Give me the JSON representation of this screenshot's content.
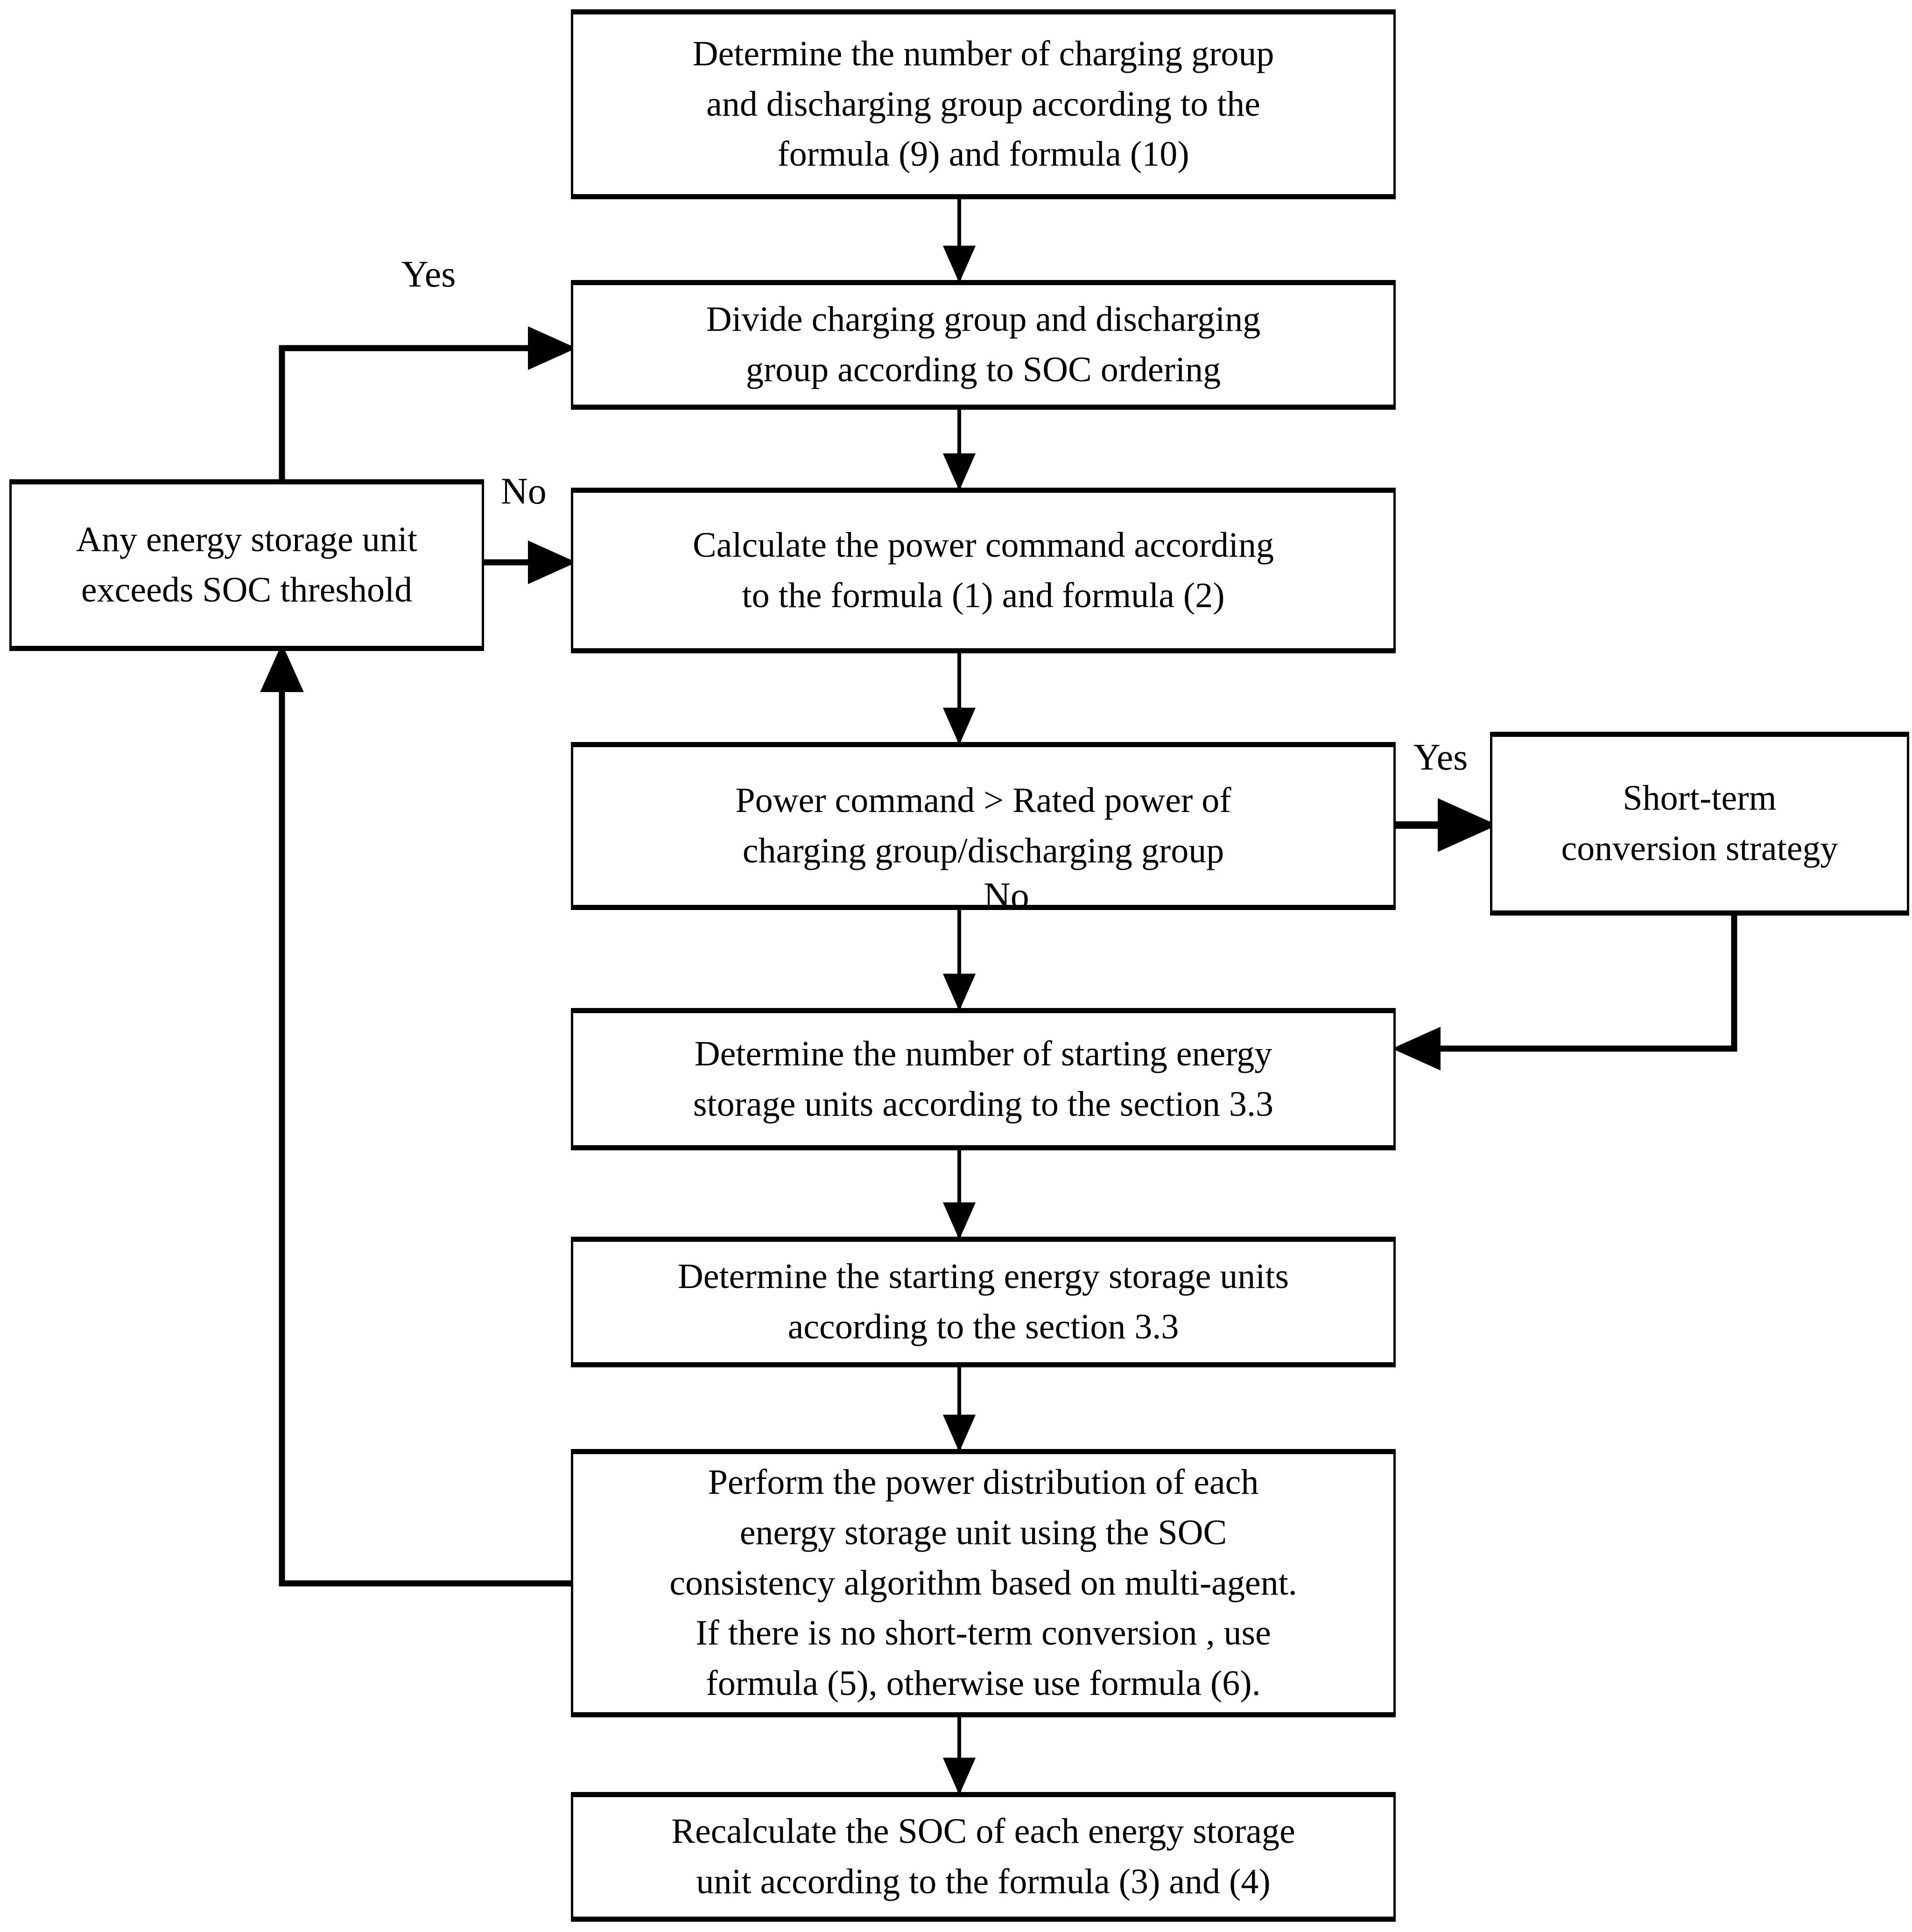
{
  "diagram": {
    "title": "Energy storage SOC grouping and power distribution control flowchart",
    "background_color": "#ffffff",
    "line_color": "#000000",
    "text_color": "#000000"
  },
  "nodes": {
    "determine_group_count": {
      "label": "Determine the number of charging group\nand discharging group according to the\nformula (9) and formula (10)",
      "shape": "rectangle"
    },
    "divide_groups": {
      "label": "Divide charging group and discharging\ngroup according to SOC ordering",
      "shape": "rectangle"
    },
    "soc_threshold_decision": {
      "label": "Any energy storage unit\nexceeds SOC threshold",
      "shape": "rectangle"
    },
    "calculate_power_command": {
      "label": "Calculate the power command  according\nto the formula (1) and formula (2)",
      "shape": "rectangle"
    },
    "power_command_decision": {
      "label": "Power command > Rated power of\ncharging group/discharging group",
      "shape": "rectangle"
    },
    "short_term_conversion": {
      "label": "Short-term\nconversion strategy",
      "shape": "rectangle"
    },
    "determine_unit_count": {
      "label": "Determine the number of  starting energy\nstorage units according to the section 3.3",
      "shape": "rectangle"
    },
    "determine_starting_units": {
      "label": "Determine the starting energy storage units\naccording to the section 3.3",
      "shape": "rectangle"
    },
    "perform_power_distribution": {
      "label": "Perform the power distribution of each\nenergy storage unit using the SOC\nconsistency algorithm based on multi-agent.\nIf there is no short-term conversion , use\nformula (5), otherwise use formula (6).",
      "shape": "rectangle"
    },
    "recalculate_soc": {
      "label": "Recalculate the SOC of each energy storage\nunit according to the formula (3) and (4)",
      "shape": "rectangle"
    }
  },
  "edge_labels": {
    "soc_yes": "Yes",
    "soc_no": "No",
    "power_yes": "Yes",
    "power_no": "No"
  },
  "edges": [
    {
      "from": "determine_group_count",
      "to": "divide_groups",
      "label": ""
    },
    {
      "from": "divide_groups",
      "to": "calculate_power_command",
      "label": ""
    },
    {
      "from": "soc_threshold_decision",
      "to": "divide_groups",
      "label": "Yes"
    },
    {
      "from": "soc_threshold_decision",
      "to": "calculate_power_command",
      "label": "No"
    },
    {
      "from": "calculate_power_command",
      "to": "power_command_decision",
      "label": ""
    },
    {
      "from": "power_command_decision",
      "to": "short_term_conversion",
      "label": "Yes"
    },
    {
      "from": "power_command_decision",
      "to": "determine_unit_count",
      "label": "No"
    },
    {
      "from": "short_term_conversion",
      "to": "determine_unit_count",
      "label": ""
    },
    {
      "from": "determine_unit_count",
      "to": "determine_starting_units",
      "label": ""
    },
    {
      "from": "determine_starting_units",
      "to": "perform_power_distribution",
      "label": ""
    },
    {
      "from": "perform_power_distribution",
      "to": "recalculate_soc",
      "label": ""
    },
    {
      "from": "perform_power_distribution",
      "to": "soc_threshold_decision",
      "label": ""
    }
  ]
}
